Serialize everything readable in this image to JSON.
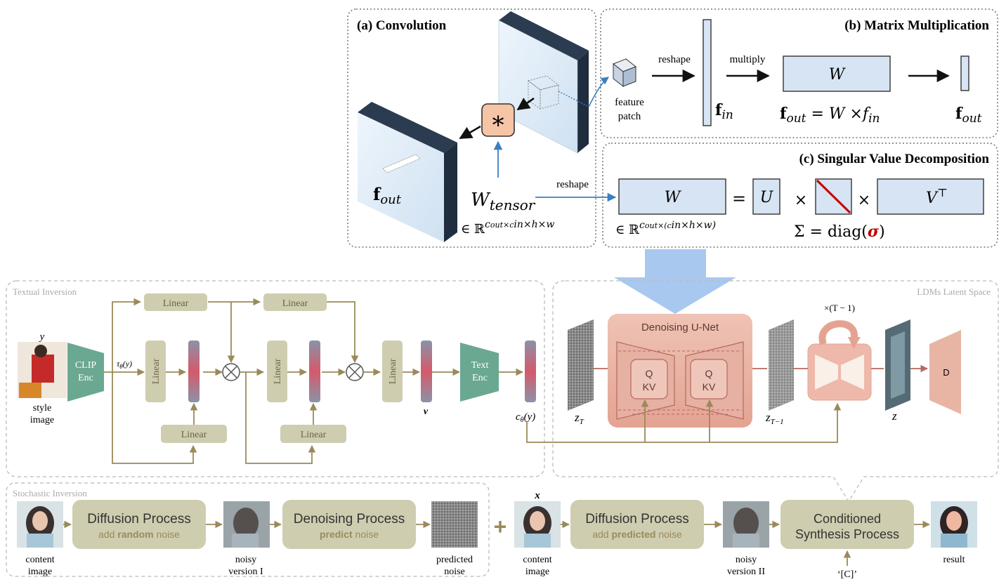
{
  "panels": {
    "convolution": {
      "title": "(a) Convolution",
      "f_out": "f",
      "f_out_sub": "out",
      "w_tensor": "W",
      "w_tensor_sub": "tensor",
      "w_tensor_dims": "∈ ℝ",
      "w_tensor_dims_sup": "c",
      "w_tensor_dims_sup_rest": "out×c",
      "w_tensor_dims_sup_rest2": "in×h×w",
      "star": "∗"
    },
    "matmul": {
      "title": "(b) Matrix Multiplication",
      "feature_patch": [
        "feature",
        "patch"
      ],
      "reshape": "reshape",
      "multiply": "multiply",
      "W": "W",
      "f_in": "f",
      "f_in_sub": "in",
      "eq_lhs": "f",
      "eq_lhs_sub": "out",
      "eq_rhs": " = W ×f",
      "eq_rhs_sub": "in",
      "f_out": "f",
      "f_out_sub": "out"
    },
    "svd": {
      "title": "(c) Singular Value Decomposition",
      "reshape": "reshape",
      "W": "W",
      "equals": "=",
      "U": "U",
      "times1": "×",
      "times2": "×",
      "V": "V",
      "V_sup": "⊤",
      "dims": "∈ ℝ",
      "dims_sup": "c",
      "dims_sup_rest": "out×(c",
      "dims_sup_rest2": "in×h×w)",
      "sigma_lhs": "Σ = diag(",
      "sigma": "σ",
      "sigma_rhs": ")"
    }
  },
  "textual_inversion": {
    "title": "Textual Inversion",
    "y_label": "y",
    "style_image_label": [
      "style",
      "image"
    ],
    "clip_enc": [
      "CLIP",
      "Enc"
    ],
    "tau": "τ",
    "tau_sub": "θ",
    "tau_arg": "(y)",
    "linear": "Linear",
    "v_label": "v",
    "text_enc": [
      "Text",
      "Enc"
    ],
    "c_label": "c",
    "c_sub": "θ",
    "c_arg": "(y)"
  },
  "ldm": {
    "title": "LDMs Latent Space",
    "unet_title": "Denoising U-Net",
    "qkv_q": "Q",
    "qkv_kv": "KV",
    "z_T": "z",
    "z_T_sub": "T",
    "z_T1": "z",
    "z_T1_sub": "T−1",
    "loop_label": "×(T − 1)",
    "z": "z",
    "decoder": "D"
  },
  "stochastic": {
    "title": "Stochastic Inversion",
    "content_image": [
      "content",
      "image"
    ],
    "diffusion1": "Diffusion Process",
    "diffusion1_sub_pre": "add ",
    "diffusion1_sub_bold": "random",
    "diffusion1_sub_post": " noise",
    "noisy1": [
      "noisy",
      "version I"
    ],
    "denoising": "Denoising Process",
    "denoising_sub_bold": "predict",
    "denoising_sub_post": " noise",
    "predicted_noise": [
      "predicted",
      "noise"
    ],
    "plus": "+",
    "x_label": "x",
    "content_image2": [
      "content",
      "image"
    ],
    "diffusion2": "Diffusion Process",
    "diffusion2_sub_pre": "add ",
    "diffusion2_sub_bold": "predicted",
    "diffusion2_sub_post": " noise",
    "noisy2": [
      "noisy",
      "version II"
    ],
    "synthesis": [
      "Conditioned",
      "Synthesis Process"
    ],
    "c_token": "‘[C]’",
    "result": "result"
  },
  "colors": {
    "olive": "#9a8a5a",
    "olive_box": "#cfcdb0",
    "teal": "#6aa892",
    "pink": "#e9a898",
    "light_blue": "#d6e4f3",
    "blue_arrow": "#3a7fc0",
    "big_arrow": "#a8c8f0",
    "orange_star": "#f6c5a5",
    "red_diag": "#c00000"
  }
}
